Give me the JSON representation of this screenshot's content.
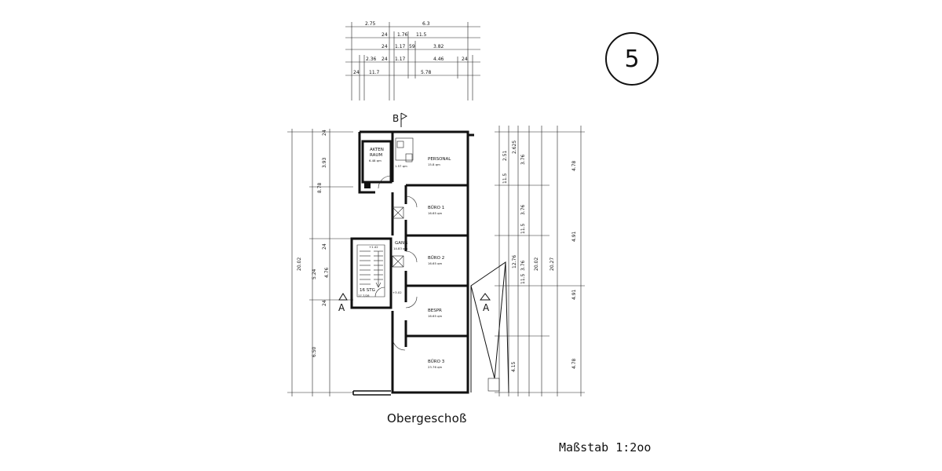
{
  "sheet": {
    "number": "5",
    "floor_title": "Obergeschoß",
    "scale": "Maßstab 1:2oo"
  },
  "rooms": [
    {
      "id": "akten",
      "name_line1": "AKTEN",
      "name_line2": "RAUM",
      "area": "6.48 qm"
    },
    {
      "id": "personal",
      "name_line1": "PERSONAL",
      "area": "15.8 qm"
    },
    {
      "id": "buero1",
      "name_line1": "BÜRO 1",
      "area": "16.65 qm"
    },
    {
      "id": "gang",
      "name_line1": "GANG",
      "area": "14.83 qm"
    },
    {
      "id": "buero2",
      "name_line1": "BÜRO 2",
      "area": "16.65 qm"
    },
    {
      "id": "bespr",
      "name_line1": "BESPR",
      "area": "16.65 qm"
    },
    {
      "id": "buero3",
      "name_line1": "BÜRO 3",
      "area": "23.76 qm"
    },
    {
      "id": "stair",
      "name_line1": "16 STG",
      "area": "17.7/28"
    }
  ],
  "markers": {
    "section_b": "B",
    "section_a_left": "A",
    "section_a_right": "A",
    "level_1": "+1.42",
    "level_2": "+3.02",
    "wc_area": "1.57 qm"
  },
  "dimensions": {
    "top_chain_1": [
      "2.75",
      "6.3"
    ],
    "top_chain_2": [
      "24",
      "1.76",
      "11.5"
    ],
    "top_chain_3": [
      "24",
      "1.17",
      "59",
      "3.82"
    ],
    "top_chain_4": [
      "2.36",
      "24",
      "1.17",
      "4.46",
      "24"
    ],
    "top_chain_5": [
      "24",
      "11.7",
      "5.78"
    ],
    "left_overall": "20.02",
    "left_parts": [
      "3.93",
      "8.78",
      "5.24",
      "4.76",
      "6.50"
    ],
    "left_small": [
      "24",
      "24",
      "24"
    ],
    "right_chain_1": [
      "2.51",
      "3.76",
      "3.76",
      "3.76",
      "4.15"
    ],
    "right_chain_2": [
      "2.625",
      "11.5",
      "11.5",
      "11.5"
    ],
    "right_overall_1": "12.76",
    "right_overall_2": "20.02",
    "right_overall_3": "20.27",
    "right_parts": [
      "4.78",
      "4.91",
      "4.91",
      "4.78"
    ]
  }
}
